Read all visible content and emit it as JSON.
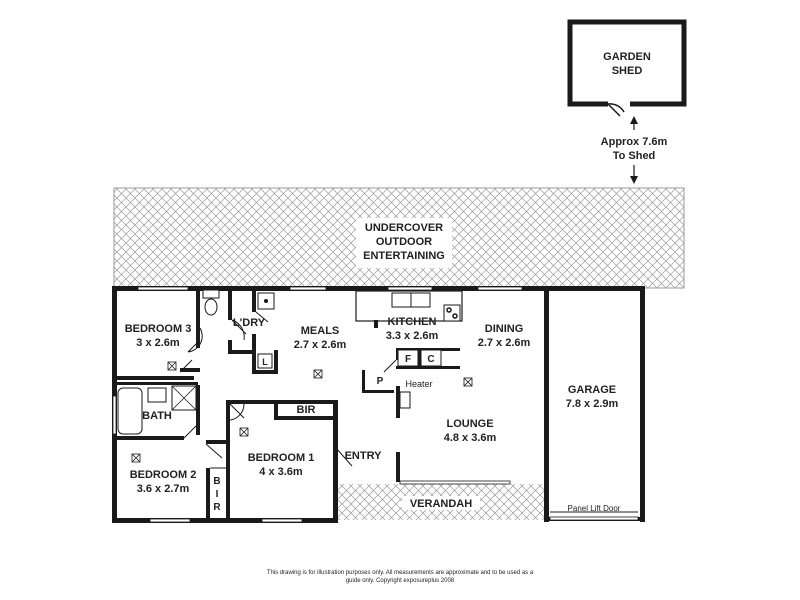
{
  "rooms": {
    "garden_shed": [
      "GARDEN",
      "SHED"
    ],
    "shed_distance": [
      "Approx 7.6m",
      "To Shed"
    ],
    "undercover": [
      "UNDERCOVER",
      "OUTDOOR",
      "ENTERTAINING"
    ],
    "bedroom3": {
      "name": "BEDROOM 3",
      "size": "3 x 2.6m"
    },
    "laundry": "L'DRY",
    "meals": {
      "name": "MEALS",
      "size": "2.7 x 2.6m"
    },
    "kitchen": {
      "name": "KITCHEN",
      "size": "3.3 x 2.6m"
    },
    "dining": {
      "name": "DINING",
      "size": "2.7 x 2.6m"
    },
    "garage": {
      "name": "GARAGE",
      "size": "7.8 x 2.9m"
    },
    "bath": "BATH",
    "bir": "BIR",
    "bir2": [
      "B",
      "I",
      "R"
    ],
    "bedroom1": {
      "name": "BEDROOM 1",
      "size": "4 x 3.6m"
    },
    "bedroom2": {
      "name": "BEDROOM 2",
      "size": "3.6 x 2.7m"
    },
    "entry": "ENTRY",
    "lounge": {
      "name": "LOUNGE",
      "size": "4.8 x 3.6m"
    },
    "verandah": "VERANDAH",
    "heater": "Heater",
    "fridge": "F",
    "cupboard": "C",
    "pantry": "P",
    "linen": "L",
    "panel_door": "Panel Lift Door"
  },
  "disclaimer": [
    "This drawing is for illustration purposes only. All measurements are approximate and to be used as a",
    "guide only. Copyright exposureplus 2008"
  ]
}
